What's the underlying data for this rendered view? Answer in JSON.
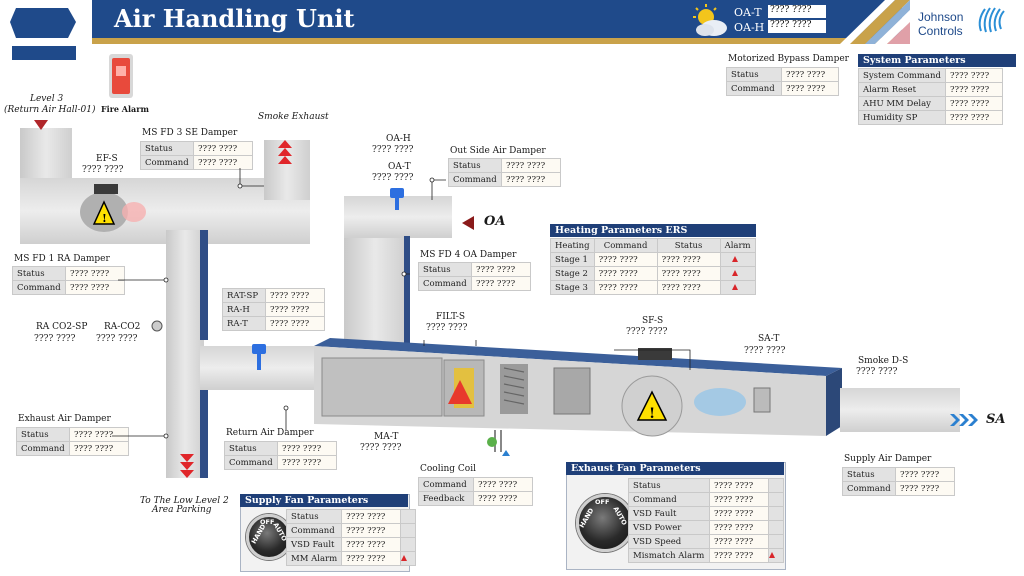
{
  "header": {
    "title": "Air Handling Unit",
    "oat_label": "OA-T",
    "oat_value": "???? ????",
    "oah_label": "OA-H",
    "oah_value": "???? ????",
    "logo_line1": "Johnson",
    "logo_line2": "Controls"
  },
  "fire_alarm": {
    "label": "Fire Alarm"
  },
  "system_params": {
    "title": "System Parameters",
    "rows": [
      {
        "k": "System Command",
        "v": "???? ????"
      },
      {
        "k": "Alarm Reset",
        "v": "???? ????"
      },
      {
        "k": "AHU MM Delay",
        "v": "???? ????"
      },
      {
        "k": "Humidity SP",
        "v": "???? ????"
      }
    ]
  },
  "bypass_damper": {
    "title": "Motorized Bypass Damper",
    "rows": [
      {
        "k": "Status",
        "v": "???? ????"
      },
      {
        "k": "Command",
        "v": "???? ????"
      }
    ]
  },
  "level3": {
    "line1": "Level 3",
    "line2": "(Return Air Hall-01)"
  },
  "smoke_exhaust": {
    "label": "Smoke Exhaust"
  },
  "ms_fd3": {
    "title": "MS FD 3 SE Damper",
    "rows": [
      {
        "k": "Status",
        "v": "???? ????"
      },
      {
        "k": "Command",
        "v": "???? ????"
      }
    ]
  },
  "efs": {
    "label": "EF-S",
    "value": "???? ????"
  },
  "ms_fd1": {
    "title": "MS FD 1 RA Damper",
    "rows": [
      {
        "k": "Status",
        "v": "???? ????"
      },
      {
        "k": "Command",
        "v": "???? ????"
      }
    ]
  },
  "ra_co2sp": {
    "label": "RA CO2-SP",
    "value": "???? ????"
  },
  "ra_co2": {
    "label": "RA-CO2",
    "value": "???? ????"
  },
  "rat_table": {
    "rows": [
      {
        "k": "RAT-SP",
        "v": "???? ????"
      },
      {
        "k": "RA-H",
        "v": "???? ????"
      },
      {
        "k": "RA-T",
        "v": "???? ????"
      }
    ]
  },
  "exhaust_damper": {
    "title": "Exhaust Air Damper",
    "rows": [
      {
        "k": "Status",
        "v": "???? ????"
      },
      {
        "k": "Command",
        "v": "???? ????"
      }
    ]
  },
  "return_damper": {
    "title": "Return Air Damper",
    "rows": [
      {
        "k": "Status",
        "v": "???? ????"
      },
      {
        "k": "Command",
        "v": "???? ????"
      }
    ]
  },
  "low_level": {
    "line1": "To The Low Level 2",
    "line2": "Area Parking"
  },
  "oah": {
    "label": "OA-H",
    "value": "???? ????"
  },
  "oat": {
    "label": "OA-T",
    "value": "???? ????"
  },
  "oa_label": "OA",
  "outside_damper": {
    "title": "Out Side Air Damper",
    "rows": [
      {
        "k": "Status",
        "v": "???? ????"
      },
      {
        "k": "Command",
        "v": "???? ????"
      }
    ]
  },
  "ms_fd4": {
    "title": "MS FD 4 OA Damper",
    "rows": [
      {
        "k": "Status",
        "v": "???? ????"
      },
      {
        "k": "Command",
        "v": "???? ????"
      }
    ]
  },
  "heating": {
    "title": "Heating Parameters ERS",
    "headers": [
      "Heating",
      "Command",
      "Status",
      "Alarm"
    ],
    "rows": [
      {
        "stage": "Stage 1",
        "cmd": "???? ????",
        "status": "???? ????"
      },
      {
        "stage": "Stage 2",
        "cmd": "???? ????",
        "status": "???? ????"
      },
      {
        "stage": "Stage 3",
        "cmd": "???? ????",
        "status": "???? ????"
      }
    ]
  },
  "filts": {
    "label": "FILT-S",
    "value": "???? ????"
  },
  "sfs": {
    "label": "SF-S",
    "value": "???? ????"
  },
  "sat": {
    "label": "SA-T",
    "value": "???? ????"
  },
  "smoke_ds": {
    "label": "Smoke D-S",
    "value": "???? ????"
  },
  "sa_label": "SA",
  "mat": {
    "label": "MA-T",
    "value": "???? ????"
  },
  "cooling_coil": {
    "title": "Cooling Coil",
    "rows": [
      {
        "k": "Command",
        "v": "???? ????"
      },
      {
        "k": "Feedback",
        "v": "???? ????"
      }
    ]
  },
  "supply_damper": {
    "title": "Supply Air Damper",
    "rows": [
      {
        "k": "Status",
        "v": "???? ????"
      },
      {
        "k": "Command",
        "v": "???? ????"
      }
    ]
  },
  "supply_fan": {
    "title": "Supply Fan Parameters",
    "dial": {
      "hand": "HAND",
      "off": "OFF",
      "auto": "AUTO"
    },
    "rows": [
      {
        "k": "Status",
        "v": "???? ????"
      },
      {
        "k": "Command",
        "v": "???? ????"
      },
      {
        "k": "VSD Fault",
        "v": "???? ????"
      },
      {
        "k": "MM  Alarm",
        "v": "???? ????"
      }
    ]
  },
  "exhaust_fan": {
    "title": "Exhaust Fan Parameters",
    "dial": {
      "hand": "HAND",
      "off": "OFF",
      "auto": "AUTO"
    },
    "rows": [
      {
        "k": "Status",
        "v": "???? ????"
      },
      {
        "k": "Command",
        "v": "???? ????"
      },
      {
        "k": "VSD Fault",
        "v": "???? ????"
      },
      {
        "k": "VSD Power",
        "v": "???? ????"
      },
      {
        "k": "VSD Speed",
        "v": "???? ????"
      },
      {
        "k": "Mismatch Alarm",
        "v": "???? ????"
      }
    ]
  },
  "colors": {
    "header_blue": "#1f4a8a",
    "accent_gold": "#c9a24a",
    "panel_blue": "#1f3f78",
    "alarm_red": "#d9262a"
  }
}
